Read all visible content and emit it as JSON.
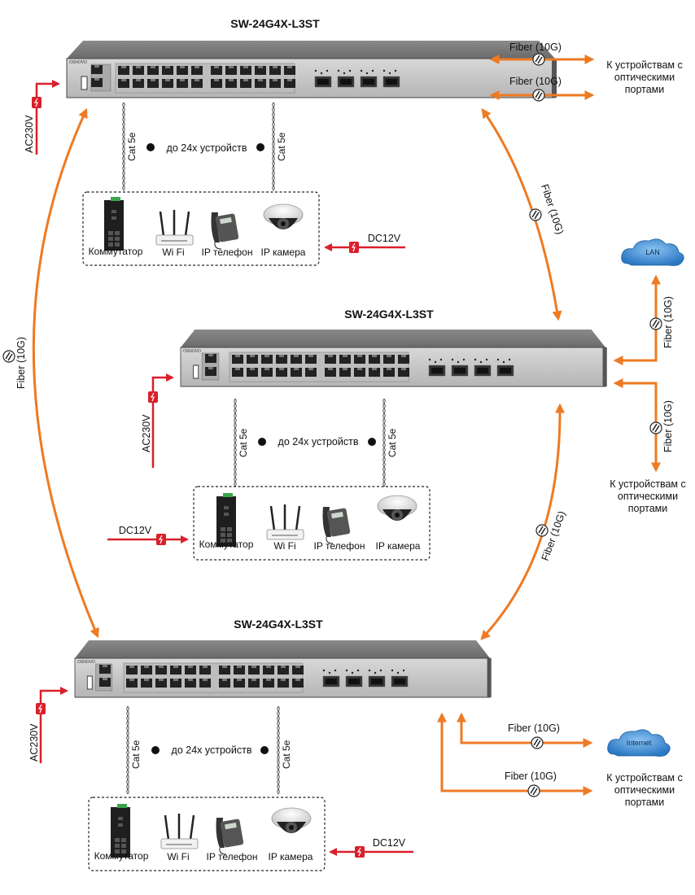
{
  "diagram": {
    "switches": [
      {
        "id": "top",
        "title": "SW-24G4X-L3ST",
        "brand": "OSNOVO"
      },
      {
        "id": "middle",
        "title": "SW-24G4X-L3ST",
        "brand": "OSNOVO"
      },
      {
        "id": "bottom",
        "title": "SW-24G4X-L3ST",
        "brand": "OSNOVO"
      }
    ],
    "cable_label": "Cat 5e",
    "devices_count_label": "до 24х устройств",
    "power_ac": "AC230V",
    "power_dc": "DC12V",
    "fiber_label": "Fiber (10G)",
    "optical_devices_label": [
      "К устройствам с",
      "оптическими",
      "портами"
    ],
    "device_groups": [
      {
        "devices": [
          "Коммутатор",
          "Wi Fi",
          "IP телефон",
          "IP камера"
        ]
      },
      {
        "devices": [
          "Коммутатор",
          "Wi Fi",
          "IP телефон",
          "IP камера"
        ]
      },
      {
        "devices": [
          "Коммутатор",
          "Wi Fi",
          "IP телефон",
          "IP камера"
        ]
      }
    ],
    "clouds": {
      "lan": "LAN",
      "internet": "Internet"
    },
    "colors": {
      "fiber": "#ee7a22",
      "power": "#d9202a",
      "cloud": "#3f8fd6"
    }
  }
}
